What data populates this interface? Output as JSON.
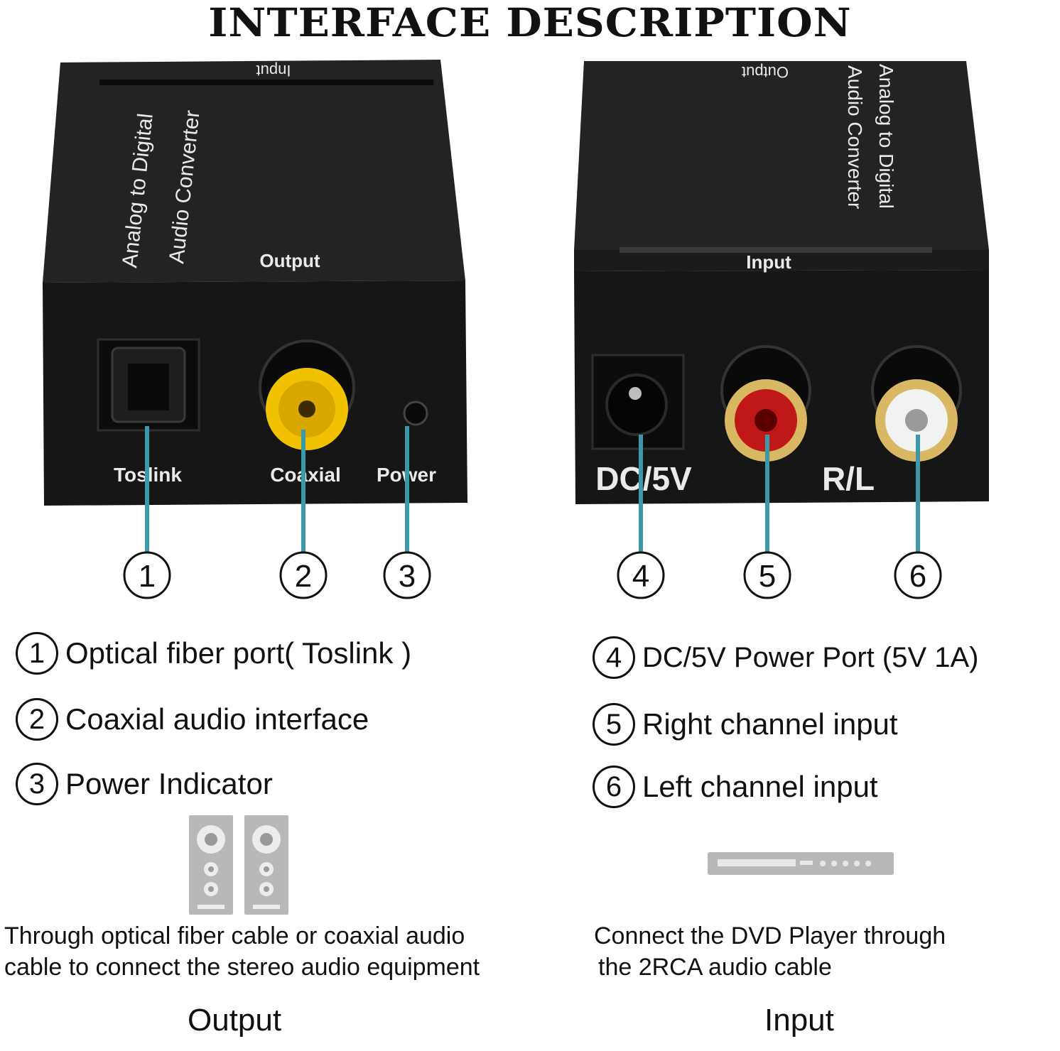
{
  "title": "INTERFACE DESCRIPTION",
  "output_device": {
    "side_label": "Input",
    "top_label": "Output",
    "product_lines": [
      "Analog to Digital",
      "Audio Converter"
    ],
    "port_labels": {
      "toslink": "Toslink",
      "coaxial": "Coaxial",
      "power": "Power"
    }
  },
  "input_device": {
    "side_label": "Output",
    "top_label": "Input",
    "product_lines": [
      "Analog to Digital",
      "Audio Converter"
    ],
    "port_labels": {
      "dc": "DC/5V",
      "rl": "R/L"
    }
  },
  "callouts": [
    "1",
    "2",
    "3",
    "4",
    "5",
    "6"
  ],
  "legend": [
    {
      "num": "1",
      "text": "Optical fiber port( Toslink )"
    },
    {
      "num": "2",
      "text": "Coaxial audio interface"
    },
    {
      "num": "3",
      "text": "Power Indicator"
    },
    {
      "num": "4",
      "text": "DC/5V Power Port (5V 1A)"
    },
    {
      "num": "5",
      "text": "Right channel input"
    },
    {
      "num": "6",
      "text": "Left channel input"
    }
  ],
  "output_caption": [
    "Through optical fiber cable or coaxial audio",
    "cable to connect the stereo audio equipment"
  ],
  "input_caption": [
    "Connect the DVD Player through",
    "the 2RCA audio cable"
  ],
  "output_label": "Output",
  "input_label": "Input",
  "colors": {
    "device": "#1c1c1c",
    "leader_line": "#3a9aa8",
    "coax": "#f2c200",
    "rca_red": "#c01818"
  }
}
